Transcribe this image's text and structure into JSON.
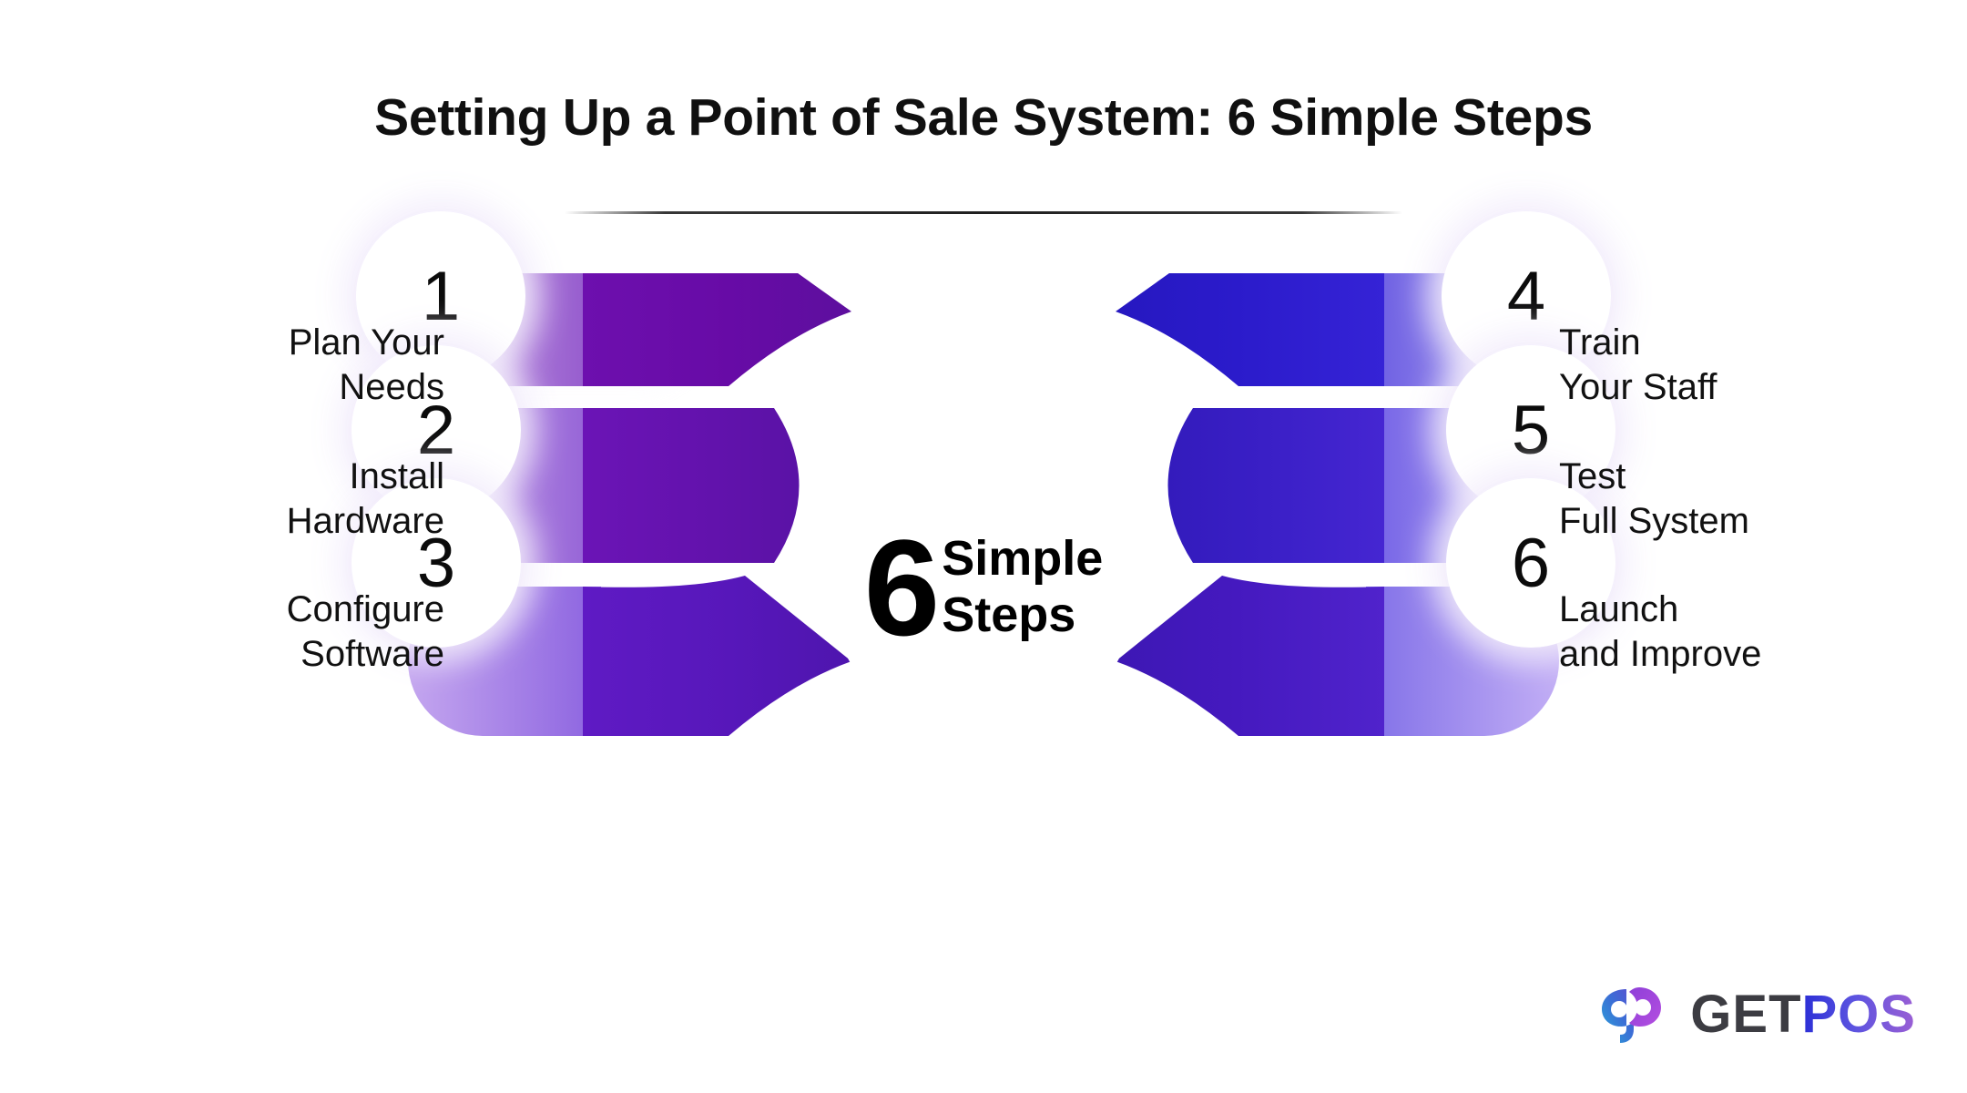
{
  "title": "Setting Up a Point of Sale System: 6 Simple Steps",
  "center": {
    "number": "6",
    "word_line1": "Simple",
    "word_line2": "Steps"
  },
  "steps": [
    {
      "number": "1",
      "label": "Plan Your\nNeeds",
      "side": "left",
      "color_dark": "#6a0da8",
      "color_light": "#9b5bcf"
    },
    {
      "number": "2",
      "label": "Install\nHardware",
      "side": "left",
      "color_dark": "#6512b2",
      "color_light": "#9a63d4"
    },
    {
      "number": "3",
      "label": "Configure\nSoftware",
      "side": "left",
      "color_dark": "#5a17bb",
      "color_light": "#9468dc"
    },
    {
      "number": "4",
      "label": "Train\nYour Staff",
      "side": "right",
      "color_dark": "#2a1ac8",
      "color_light": "#6f63e0"
    },
    {
      "number": "5",
      "label": "Test\nFull System",
      "side": "right",
      "color_dark": "#3a1fc4",
      "color_light": "#7b68e2"
    },
    {
      "number": "6",
      "label": "Launch\nand Improve",
      "side": "right",
      "color_dark": "#4319bd",
      "color_light": "#8a6fe0"
    }
  ],
  "logo": {
    "mark": "gp-monogram-icon",
    "text_primary": "GET",
    "text_accent": "POS"
  },
  "palette": {
    "background": "#ffffff",
    "title_color": "#101010",
    "label_color": "#111111",
    "circle_fill": "#ffffff",
    "glow": "#f3eefc"
  }
}
